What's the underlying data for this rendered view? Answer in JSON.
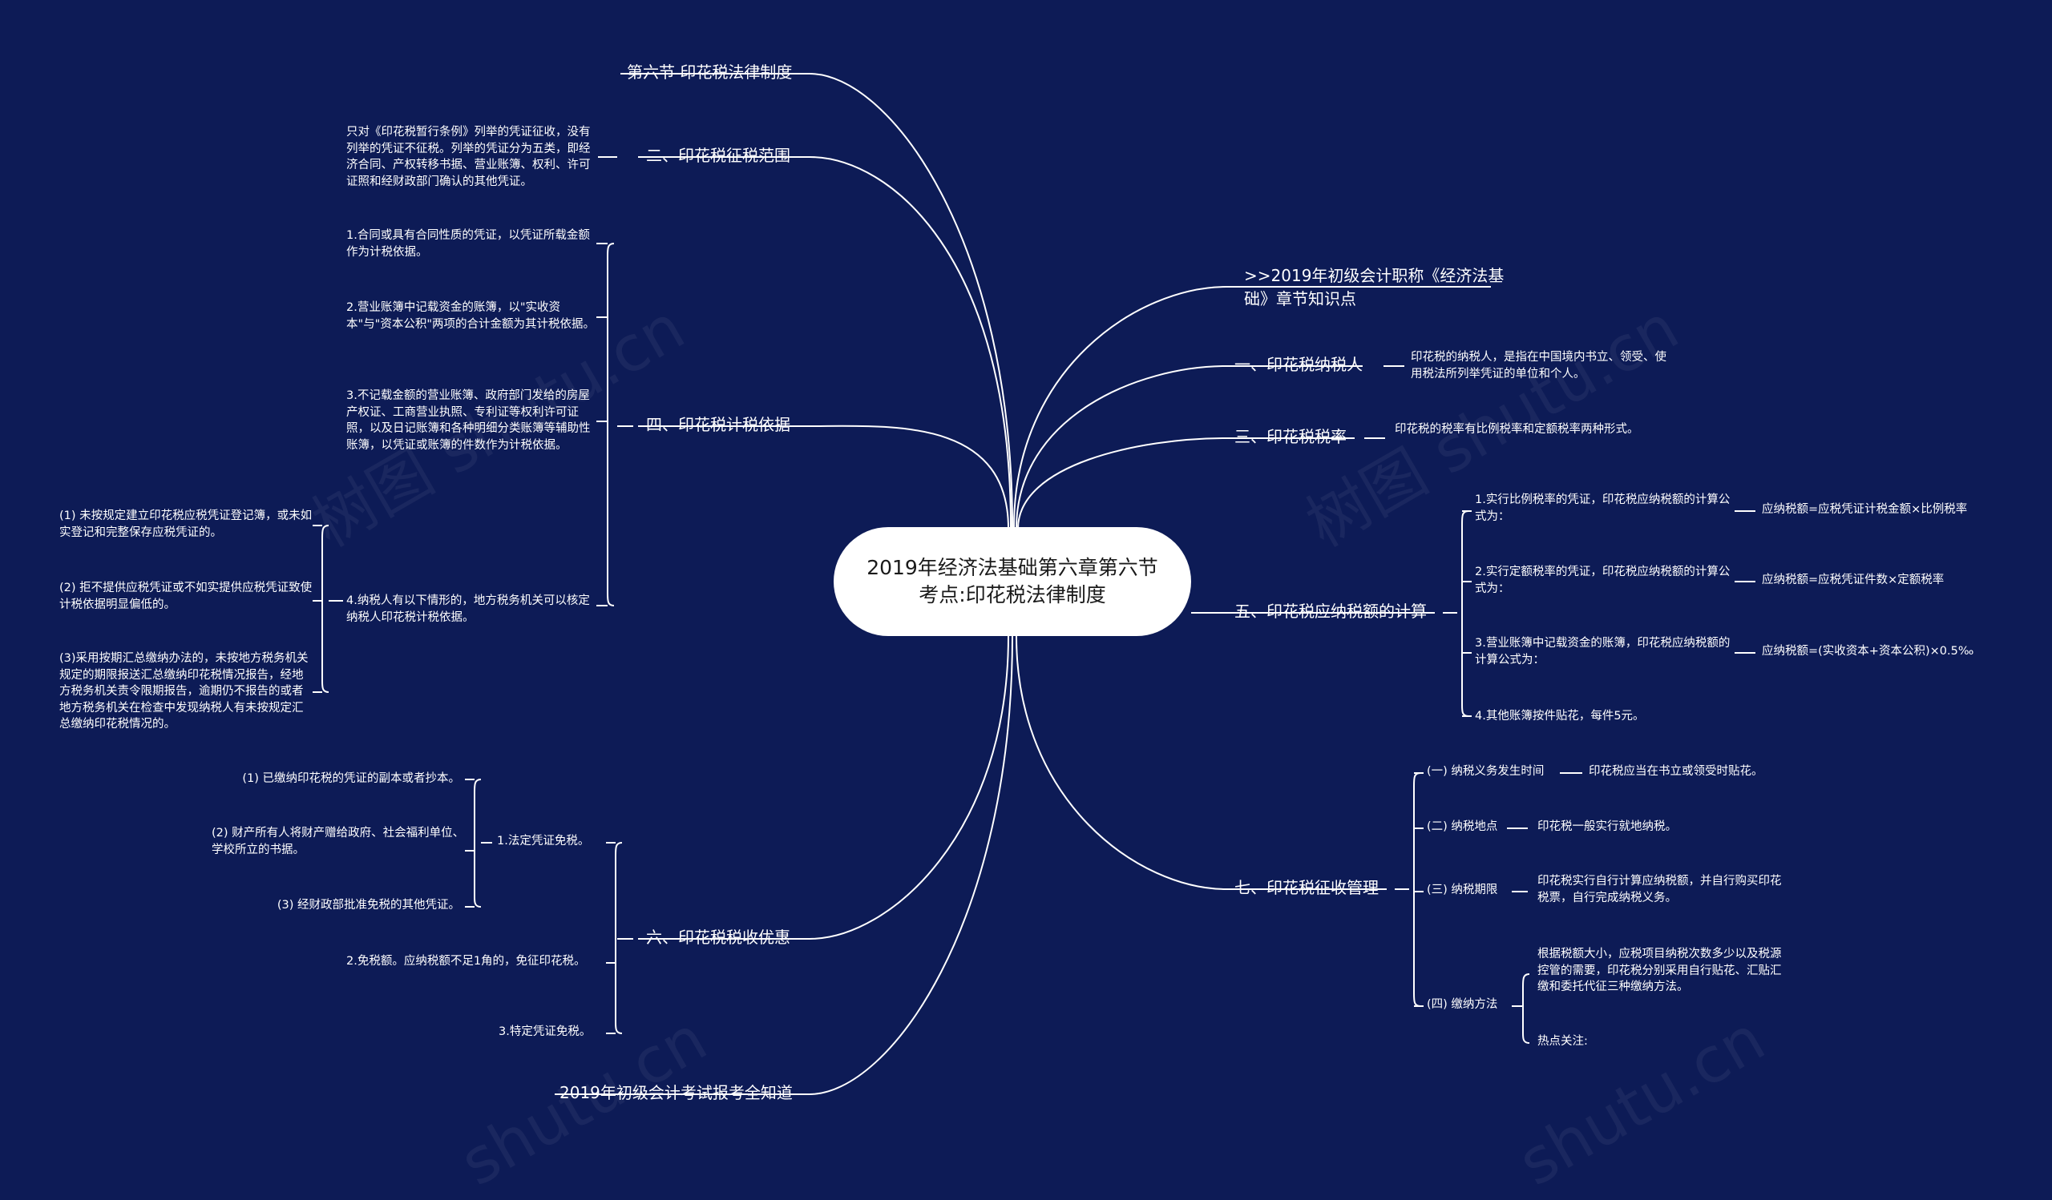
{
  "root": {
    "title": "2019年经济法基础第六章第六节考点:印花税法律制度"
  },
  "left": {
    "section6": "第六节 印花税法律制度",
    "scope": {
      "label": "二、印花税征税范围",
      "detail": "只对《印花税暂行条例》列举的凭证征收，没有列举的凭证不征税。列举的凭证分为五类，即经济合同、产权转移书据、营业账簿、权利、许可证照和经财政部门确认的其他凭证。"
    },
    "basis": {
      "label": "四、印花税计税依据",
      "items": [
        "1.合同或具有合同性质的凭证，以凭证所载金额作为计税依据。",
        "2.营业账簿中记载资金的账簿，以\"实收资本\"与\"资本公积\"两项的合计金额为其计税依据。",
        "3.不记载金额的营业账簿、政府部门发给的房屋产权证、工商营业执照、专利证等权利许可证照，以及日记账簿和各种明细分类账簿等辅助性账簿，以凭证或账簿的件数作为计税依据。",
        "4.纳税人有以下情形的，地方税务机关可以核定纳税人印花税计税依据。"
      ],
      "sub": [
        "(1) 未按规定建立印花税应税凭证登记簿，或未如实登记和完整保存应税凭证的。",
        "(2) 拒不提供应税凭证或不如实提供应税凭证致使计税依据明显偏低的。",
        "(3)采用按期汇总缴纳办法的，未按地方税务机关规定的期限报送汇总缴纳印花税情况报告，经地方税务机关责令限期报告，逾期仍不报告的或者地方税务机关在检查中发现纳税人有未按规定汇总缴纳印花税情况的。"
      ]
    },
    "relief": {
      "label": "六、印花税税收优惠",
      "items": [
        "1.法定凭证免税。",
        "2.免税额。应纳税额不足1角的，免征印花税。",
        "3.特定凭证免税。"
      ],
      "sub": [
        "(1) 已缴纳印花税的凭证的副本或者抄本。",
        "(2) 财产所有人将财产赠给政府、社会福利单位、学校所立的书据。",
        "(3) 经财政部批准免税的其他凭证。"
      ]
    },
    "exam": "2019年初级会计考试报考全知道"
  },
  "right": {
    "knowledge": ">>2019年初级会计职称《经济法基础》章节知识点",
    "payer": {
      "label": "一、印花税纳税人",
      "detail": "印花税的纳税人，是指在中国境内书立、领受、使用税法所列举凭证的单位和个人。"
    },
    "rate": {
      "label": "三、印花税税率",
      "detail": "印花税的税率有比例税率和定额税率两种形式。"
    },
    "calc": {
      "label": "五、印花税应纳税额的计算",
      "items": [
        "1.实行比例税率的凭证，印花税应纳税额的计算公式为：",
        "2.实行定额税率的凭证，印花税应纳税额的计算公式为：",
        "3.营业账簿中记载资金的账簿，印花税应纳税额的计算公式为：",
        "4.其他账簿按件贴花，每件5元。"
      ],
      "formulas": [
        "应纳税额=应税凭证计税金额×比例税率",
        "应纳税额=应税凭证件数×定额税率",
        "应纳税额=(实收资本+资本公积)×0.5‰"
      ]
    },
    "admin": {
      "label": "七、印花税征收管理",
      "items": [
        "(一) 纳税义务发生时间",
        "(二) 纳税地点",
        "(三) 纳税期限",
        "(四) 缴纳方法"
      ],
      "details": [
        "印花税应当在书立或领受时贴花。",
        "印花税一般实行就地纳税。",
        "印花税实行自行计算应纳税额，并自行购买印花税票，自行完成纳税义务。"
      ],
      "method": [
        "根据税额大小，应税项目纳税次数多少以及税源控管的需要，印花税分别采用自行贴花、汇贴汇缴和委托代征三种缴纳方法。",
        "热点关注:"
      ]
    }
  },
  "colors": {
    "background": "#0d1b56",
    "line": "#ffffff",
    "root_fill": "#ffffff",
    "root_text": "#1a1a1a"
  }
}
